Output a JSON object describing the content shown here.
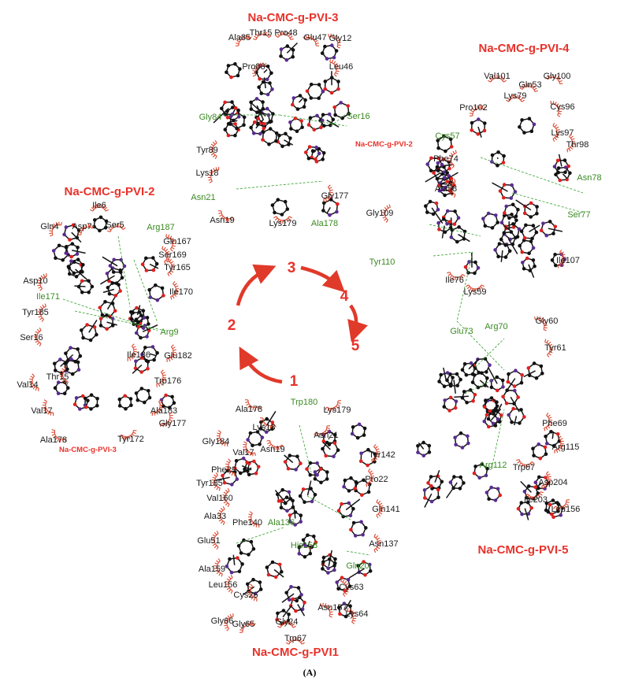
{
  "figure": {
    "label": "(A)",
    "colors": {
      "title": "#e8322b",
      "hbond_residue": "#3a8a22",
      "residue": "#1a1a1a",
      "arc": "#d9442c",
      "carbon": "#111111",
      "nitrogen": "#5a2c91",
      "oxygen": "#e02020"
    },
    "cycle": {
      "steps": [
        "1",
        "2",
        "3",
        "4",
        "5"
      ]
    },
    "panels": [
      {
        "id": "pvi3",
        "title": "Na-CMC-g-PVI-3",
        "inner_label": "Na-CMC-g-PVI-2",
        "residues": [
          {
            "name": "Ala85",
            "hbond": false
          },
          {
            "name": "Thr15",
            "hbond": false
          },
          {
            "name": "Pro48",
            "hbond": false
          },
          {
            "name": "Glu47",
            "hbond": false
          },
          {
            "name": "Gly12",
            "hbond": false
          },
          {
            "name": "Pro88",
            "hbond": false
          },
          {
            "name": "Leu46",
            "hbond": false
          },
          {
            "name": "Gly84",
            "hbond": true
          },
          {
            "name": "Ser16",
            "hbond": true
          },
          {
            "name": "Tyr89",
            "hbond": false
          },
          {
            "name": "Lys18",
            "hbond": false
          },
          {
            "name": "Asn21",
            "hbond": true
          },
          {
            "name": "Gly177",
            "hbond": false
          },
          {
            "name": "Asn19",
            "hbond": false
          },
          {
            "name": "Lys179",
            "hbond": false
          },
          {
            "name": "Ala178",
            "hbond": true
          }
        ]
      },
      {
        "id": "pvi4",
        "title": "Na-CMC-g-PVI-4",
        "residues": [
          {
            "name": "Val101",
            "hbond": false
          },
          {
            "name": "Gln53",
            "hbond": false
          },
          {
            "name": "Gly100",
            "hbond": false
          },
          {
            "name": "Lys79",
            "hbond": false
          },
          {
            "name": "Pro102",
            "hbond": false
          },
          {
            "name": "Cys96",
            "hbond": false
          },
          {
            "name": "Cys57",
            "hbond": true
          },
          {
            "name": "Lys97",
            "hbond": false
          },
          {
            "name": "Thr98",
            "hbond": false
          },
          {
            "name": "Phe74",
            "hbond": false
          },
          {
            "name": "Asn78",
            "hbond": true
          },
          {
            "name": "Ala58",
            "hbond": false
          },
          {
            "name": "Gly109",
            "hbond": false
          },
          {
            "name": "Ser77",
            "hbond": true
          },
          {
            "name": "Tyr110",
            "hbond": true
          },
          {
            "name": "Ile76",
            "hbond": false
          },
          {
            "name": "Lys59",
            "hbond": false
          },
          {
            "name": "Ile107",
            "hbond": false
          },
          {
            "name": "Glu73",
            "hbond": true
          }
        ]
      },
      {
        "id": "pvi2",
        "title": "Na-CMC-g-PVI-2",
        "inner_label": "Na-CMC-g-PVI-3",
        "residues": [
          {
            "name": "Ile6",
            "hbond": false
          },
          {
            "name": "Gln4",
            "hbond": false
          },
          {
            "name": "Asp7",
            "hbond": false
          },
          {
            "name": "Ser5",
            "hbond": false
          },
          {
            "name": "Arg187",
            "hbond": true
          },
          {
            "name": "Gln167",
            "hbond": false
          },
          {
            "name": "Ser169",
            "hbond": false
          },
          {
            "name": "Tyr165",
            "hbond": false
          },
          {
            "name": "Asp10",
            "hbond": false
          },
          {
            "name": "Ile170",
            "hbond": false
          },
          {
            "name": "Ile171",
            "hbond": true
          },
          {
            "name": "Tyr185",
            "hbond": false
          },
          {
            "name": "Ser16",
            "hbond": false
          },
          {
            "name": "Arg9",
            "hbond": true
          },
          {
            "name": "Ile186",
            "hbond": false
          },
          {
            "name": "Glu182",
            "hbond": false
          },
          {
            "name": "Thr15",
            "hbond": false
          },
          {
            "name": "Val14",
            "hbond": false
          },
          {
            "name": "Trp176",
            "hbond": false
          },
          {
            "name": "Val17",
            "hbond": false
          },
          {
            "name": "Ala183",
            "hbond": false
          },
          {
            "name": "Gly177",
            "hbond": false
          },
          {
            "name": "Ala178",
            "hbond": false
          },
          {
            "name": "Tyr172",
            "hbond": false
          }
        ]
      },
      {
        "id": "pvi5",
        "title": "Na-CMC-g-PVI-5",
        "residues": [
          {
            "name": "Arg70",
            "hbond": true
          },
          {
            "name": "Gly60",
            "hbond": false
          },
          {
            "name": "Tyr61",
            "hbond": false
          },
          {
            "name": "Phe69",
            "hbond": false
          },
          {
            "name": "Arg115",
            "hbond": false
          },
          {
            "name": "Arg112",
            "hbond": true
          },
          {
            "name": "Trp67",
            "hbond": false
          },
          {
            "name": "Asp204",
            "hbond": false
          },
          {
            "name": "Ile203",
            "hbond": false
          },
          {
            "name": "Leu156",
            "hbond": false
          }
        ]
      },
      {
        "id": "pvi1",
        "title": "Na-CMC-g-PVI1",
        "residues": [
          {
            "name": "Trp180",
            "hbond": true
          },
          {
            "name": "Ala178",
            "hbond": false
          },
          {
            "name": "Lys179",
            "hbond": false
          },
          {
            "name": "Lys18",
            "hbond": false
          },
          {
            "name": "Asn21",
            "hbond": false
          },
          {
            "name": "Gly184",
            "hbond": false
          },
          {
            "name": "Val17",
            "hbond": false
          },
          {
            "name": "Asn19",
            "hbond": false
          },
          {
            "name": "Tyr142",
            "hbond": false
          },
          {
            "name": "Phe29",
            "hbond": false
          },
          {
            "name": "Pro22",
            "hbond": false
          },
          {
            "name": "Tyr185",
            "hbond": false
          },
          {
            "name": "Val160",
            "hbond": false
          },
          {
            "name": "Gln141",
            "hbond": false
          },
          {
            "name": "Ala33",
            "hbond": false
          },
          {
            "name": "Phe140",
            "hbond": false
          },
          {
            "name": "Ala136",
            "hbond": true
          },
          {
            "name": "Glu51",
            "hbond": false
          },
          {
            "name": "His158",
            "hbond": true
          },
          {
            "name": "Asn137",
            "hbond": false
          },
          {
            "name": "Ala159",
            "hbond": false
          },
          {
            "name": "Gln20",
            "hbond": true
          },
          {
            "name": "Leu156",
            "hbond": false
          },
          {
            "name": "Cys26",
            "hbond": false
          },
          {
            "name": "Cys63",
            "hbond": false
          },
          {
            "name": "Asn157",
            "hbond": false
          },
          {
            "name": "Lys64",
            "hbond": false
          },
          {
            "name": "Gly66",
            "hbond": false
          },
          {
            "name": "Gly65",
            "hbond": false
          },
          {
            "name": "Gly24",
            "hbond": false
          },
          {
            "name": "Trp67",
            "hbond": false
          }
        ]
      }
    ]
  }
}
